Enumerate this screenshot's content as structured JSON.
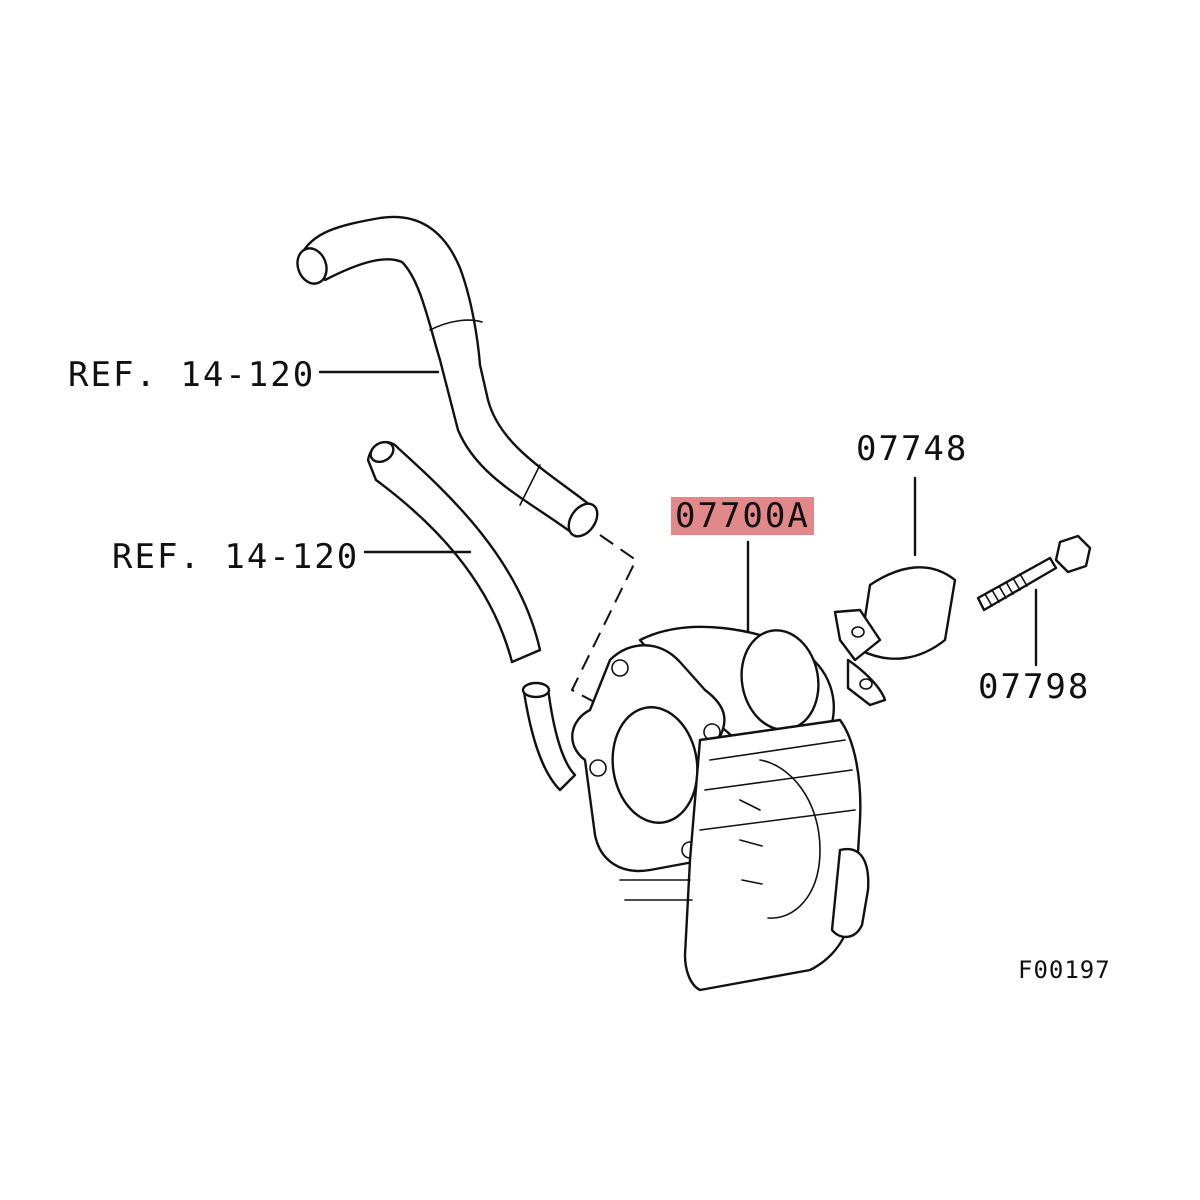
{
  "callouts": {
    "hose_upper": "REF. 14-120",
    "hose_lower": "REF. 14-120",
    "throttle_body": "07700A",
    "bracket": "07748",
    "bolt": "07798",
    "figure_id": "F00197"
  },
  "colors": {
    "highlight": "#e2878a",
    "line": "#111111",
    "background": "#ffffff"
  }
}
